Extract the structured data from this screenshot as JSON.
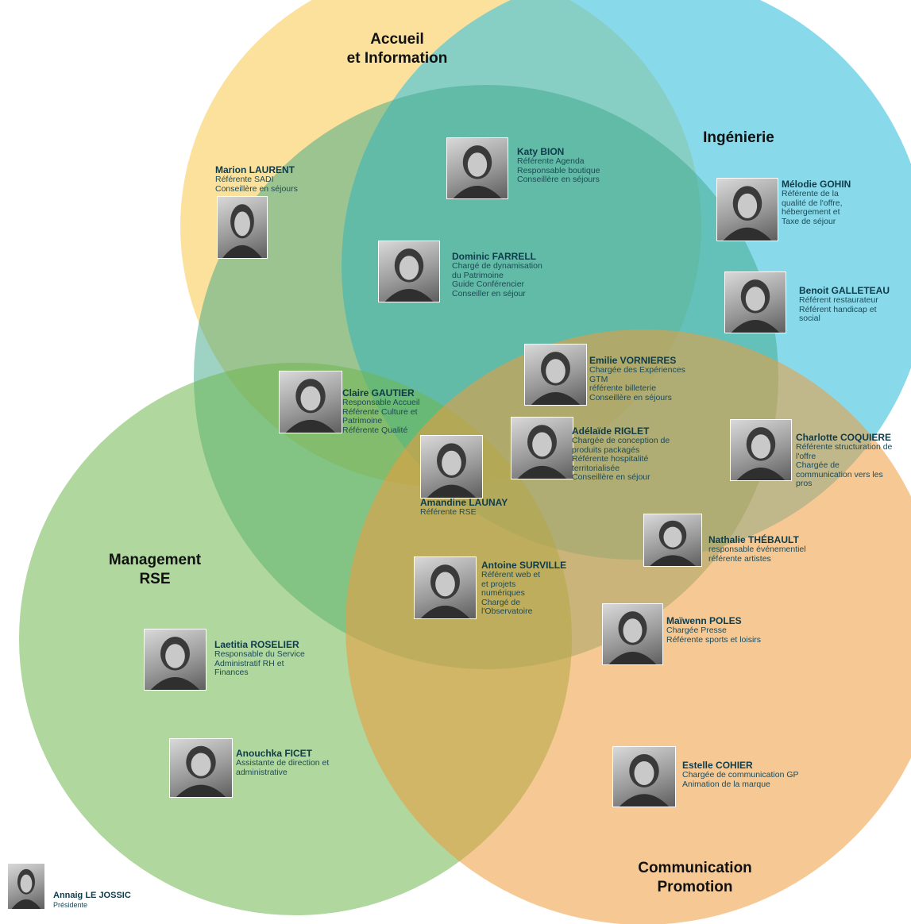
{
  "areas": {
    "accueil": {
      "line1": "Accueil",
      "line2": "et Information",
      "color": "#f7c948"
    },
    "ingenierie": {
      "line1": "Ingénierie",
      "color": "#3fc3de"
    },
    "management": {
      "line1": "Management",
      "line2": "RSE",
      "color": "#6eb64f"
    },
    "communication": {
      "line1": "Communication",
      "line2": "Promotion",
      "color": "#ee9b3d"
    },
    "center": {
      "color": "#3ea887"
    }
  },
  "people": [
    {
      "name": "Marion LAURENT",
      "roles": [
        "Référente SADI",
        "Conseillère en séjours"
      ]
    },
    {
      "name": "Katy BION",
      "roles": [
        "Référente Agenda",
        "Responsable boutique",
        "Conseillère en séjours"
      ]
    },
    {
      "name": "Mélodie GOHIN",
      "roles": [
        "Référente de la",
        "qualité de l'offre,",
        "hébergement et",
        "Taxe de séjour"
      ]
    },
    {
      "name": "Dominic FARRELL",
      "roles": [
        "Chargé  de  dynamisation",
        "du Patrimoine",
        "Guide Conférencier",
        "Conseiller en séjour"
      ]
    },
    {
      "name": "Benoit GALLETEAU",
      "roles": [
        "Référent restaurateur",
        "Référent handicap et",
        "social"
      ]
    },
    {
      "name": "Emilie VORNIERES",
      "roles": [
        "Chargée des Expériences",
        "GTM",
        "référente billeterie",
        "Conseillère en séjours"
      ]
    },
    {
      "name": "Claire GAUTIER",
      "roles": [
        "Responsable Accueil",
        "Référente Culture et",
        "Patrimoine",
        "Référente Qualité"
      ]
    },
    {
      "name": "Adélaïde RIGLET",
      "roles": [
        "Chargée de conception de",
        "produits packagés",
        "Référente hospitalité",
        "territorialisée",
        "Conseillère en séjour"
      ]
    },
    {
      "name": "Charlotte COQUIERE",
      "roles": [
        "Référente structuration de",
        "l'offre",
        "Chargée de",
        "communication vers les",
        "pros"
      ]
    },
    {
      "name": "Amandine LAUNAY",
      "roles": [
        "Référente RSE"
      ]
    },
    {
      "name": "Nathalie THÉBAULT",
      "roles": [
        "responsable événementiel",
        "référente artistes"
      ]
    },
    {
      "name": "Antoine SURVILLE",
      "roles": [
        "Référent web et",
        "et projets",
        "numériques",
        "Chargé de",
        "l'Observatoire"
      ]
    },
    {
      "name": "Maïwenn POLES",
      "roles": [
        "Chargée Presse",
        "Référente sports et loisirs"
      ]
    },
    {
      "name": "Laetitia ROSELIER",
      "roles": [
        "Responsable du Service",
        "Administratif RH et",
        "Finances"
      ]
    },
    {
      "name": "Anouchka FICET",
      "roles": [
        "Assistante de direction et",
        "administrative"
      ]
    },
    {
      "name": "Estelle COHIER",
      "roles": [
        "Chargée de communication GP",
        "Animation de la marque"
      ]
    },
    {
      "name": "Annaig LE JOSSIC",
      "roles": [
        "Présidente"
      ]
    }
  ]
}
